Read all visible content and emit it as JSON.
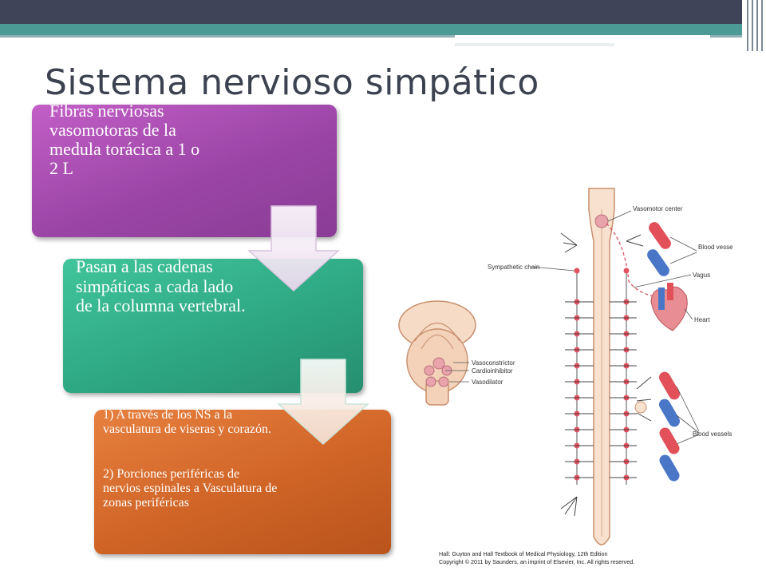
{
  "title": "Sistema nervioso simpático",
  "boxes": [
    {
      "text": "Fibras nerviosas vasomotoras de la medula torácica a 1 o 2 L"
    },
    {
      "text": "Pasan a las cadenas simpáticas a cada lado de la columna vertebral."
    },
    {
      "text_1": "1) A través de los NS a la vasculatura de viseras y corazón.",
      "text_2": "2) Porciones periféricas de nervios espinales a Vasculatura de zonas periféricas"
    }
  ],
  "figure": {
    "labels": {
      "vasomotor_center": "Vasomotor center",
      "sympathetic_chain": "Sympathetic chain",
      "blood_vessels_top": "Blood vessels",
      "vagus": "Vagus",
      "heart": "Heart",
      "blood_vessels_bottom": "Blood vessels",
      "vasoconstrictor": "Vasoconstrictor",
      "cardioinhibitor": "Cardioinhibitor",
      "vasodilator": "Vasodilator"
    },
    "credit_line_1": "Hall: Guyton and Hall Textbook of Medical Physiology, 12th Edition",
    "credit_line_2": "Copyright © 2011 by Saunders, an imprint of Elsevier, Inc. All rights reserved."
  },
  "colors": {
    "header_dark": "#3f4458",
    "header_teal": "#4b9a95",
    "box1": "#9b45a7",
    "box2": "#2ea883",
    "box3": "#cf6426"
  }
}
